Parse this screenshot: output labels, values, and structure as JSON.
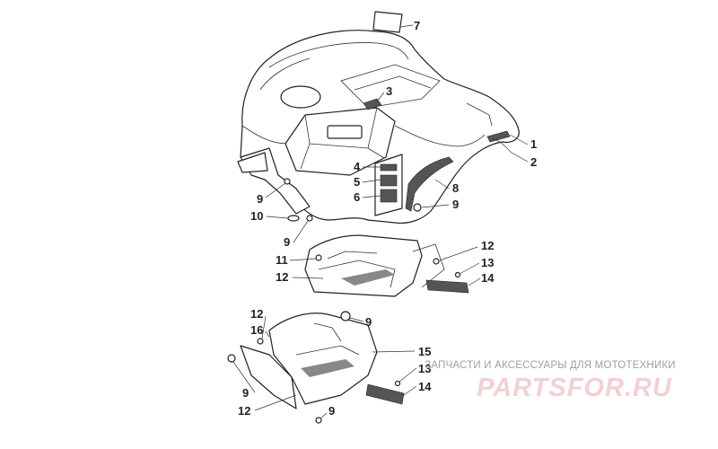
{
  "watermark": {
    "caption": "ЗАПЧАСТИ И АКСЕССУАРЫ ДЛЯ МОТОТЕХНИКИ",
    "brand": "PARTSFOR.RU",
    "brand_color": "#f2d0d4",
    "caption_color": "#a09da0"
  },
  "callouts": [
    {
      "id": "c7",
      "text": "7"
    },
    {
      "id": "c3",
      "text": "3"
    },
    {
      "id": "c1",
      "text": "1"
    },
    {
      "id": "c2",
      "text": "2"
    },
    {
      "id": "c4",
      "text": "4"
    },
    {
      "id": "c5",
      "text": "5"
    },
    {
      "id": "c6",
      "text": "6"
    },
    {
      "id": "c8",
      "text": "8"
    },
    {
      "id": "c9a",
      "text": "9"
    },
    {
      "id": "c9b",
      "text": "9"
    },
    {
      "id": "c10",
      "text": "10"
    },
    {
      "id": "c9c",
      "text": "9"
    },
    {
      "id": "c12a",
      "text": "12"
    },
    {
      "id": "c13a",
      "text": "13"
    },
    {
      "id": "c11",
      "text": "11"
    },
    {
      "id": "c12b",
      "text": "12"
    },
    {
      "id": "c14a",
      "text": "14"
    },
    {
      "id": "c12c",
      "text": "12"
    },
    {
      "id": "c16",
      "text": "16"
    },
    {
      "id": "c9d",
      "text": "9"
    },
    {
      "id": "c15",
      "text": "15"
    },
    {
      "id": "c13b",
      "text": "13"
    },
    {
      "id": "c9e",
      "text": "9"
    },
    {
      "id": "c14b",
      "text": "14"
    },
    {
      "id": "c12d",
      "text": "12"
    },
    {
      "id": "c9f",
      "text": "9"
    }
  ]
}
